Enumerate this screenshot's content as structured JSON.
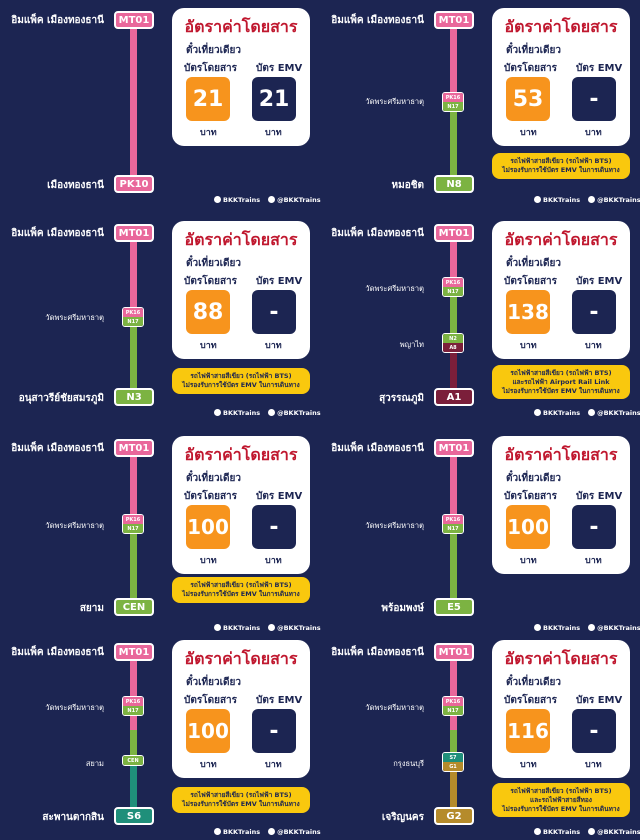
{
  "common": {
    "origin_name": "อิมแพ็ค เมืองทองธานี",
    "origin_code": "MT01",
    "transfer_name": "วัดพระศรีมหาธาตุ",
    "transfer_pink_code": "PK16",
    "transfer_green_code": "N17",
    "card_title": "อัตราค่าโดยสาร",
    "card_subtitle": "ตั๋วเที่ยวเดียว",
    "label_ticket": "บัตรโดยสาร",
    "label_emv": "บัตร EMV",
    "baht": "บาท",
    "social_facebook": "BKKTrains",
    "social_x": "@BKKTrains",
    "colors": {
      "pink": "#e9679b",
      "green": "#7cb342",
      "arl": "#7b1f3a",
      "gold": "#b58b2b",
      "navy": "#1c2552",
      "orange": "#f7941d"
    }
  },
  "panels": [
    {
      "id": "p1",
      "dest_name": "เมืองทองธานี",
      "dest_code": "PK10",
      "price_ticket": "21",
      "price_emv": "21",
      "note_lines": []
    },
    {
      "id": "p2",
      "dest_name": "หมอชิต",
      "dest_code": "N8",
      "price_ticket": "53",
      "price_emv": "-",
      "note_lines": [
        "รถไฟฟ้าสายสีเขียว (รถไฟฟ้า BTS)",
        "ไม่รองรับการใช้บัตร EMV ในการเดินทาง"
      ]
    },
    {
      "id": "p3",
      "dest_name": "อนุสาวรีย์ชัยสมรภูมิ",
      "dest_code": "N3",
      "price_ticket": "88",
      "price_emv": "-",
      "note_lines": [
        "รถไฟฟ้าสายสีเขียว (รถไฟฟ้า BTS)",
        "ไม่รองรับการใช้บัตร EMV ในการเดินทาง"
      ]
    },
    {
      "id": "p4",
      "dest_name": "สุวรรณภูมิ",
      "dest_code": "A1",
      "mid_name": "พญาไท",
      "mid_codes": [
        "N2",
        "A8"
      ],
      "price_ticket": "138",
      "price_emv": "-",
      "note_lines": [
        "รถไฟฟ้าสายสีเขียว (รถไฟฟ้า BTS)",
        "และรถไฟฟ้า Airport Rail Link",
        "ไม่รองรับการใช้บัตร EMV ในการเดินทาง"
      ]
    },
    {
      "id": "p5",
      "dest_name": "สยาม",
      "dest_code": "CEN",
      "price_ticket": "100",
      "price_emv": "-",
      "note_lines": [
        "รถไฟฟ้าสายสีเขียว (รถไฟฟ้า BTS)",
        "ไม่รองรับการใช้บัตร EMV ในการเดินทาง"
      ]
    },
    {
      "id": "p6",
      "dest_name": "พร้อมพงษ์",
      "dest_code": "E5",
      "price_ticket": "100",
      "price_emv": "-",
      "note_lines": []
    },
    {
      "id": "p7",
      "dest_name": "สะพานตากสิน",
      "dest_code": "S6",
      "mid_name": "สยาม",
      "mid_codes": [
        "CEN"
      ],
      "price_ticket": "100",
      "price_emv": "-",
      "note_lines": [
        "รถไฟฟ้าสายสีเขียว (รถไฟฟ้า BTS)",
        "ไม่รองรับการใช้บัตร EMV ในการเดินทาง"
      ]
    },
    {
      "id": "p8",
      "dest_name": "เจริญนคร",
      "dest_code": "G2",
      "mid_name": "กรุงธนบุรี",
      "mid_codes": [
        "S7",
        "G1"
      ],
      "price_ticket": "116",
      "price_emv": "-",
      "note_lines": [
        "รถไฟฟ้าสายสีเขียว (รถไฟฟ้า BTS)",
        "และรถไฟฟ้าสายสีทอง",
        "ไม่รองรับการใช้บัตร EMV ในการเดินทาง"
      ]
    }
  ]
}
